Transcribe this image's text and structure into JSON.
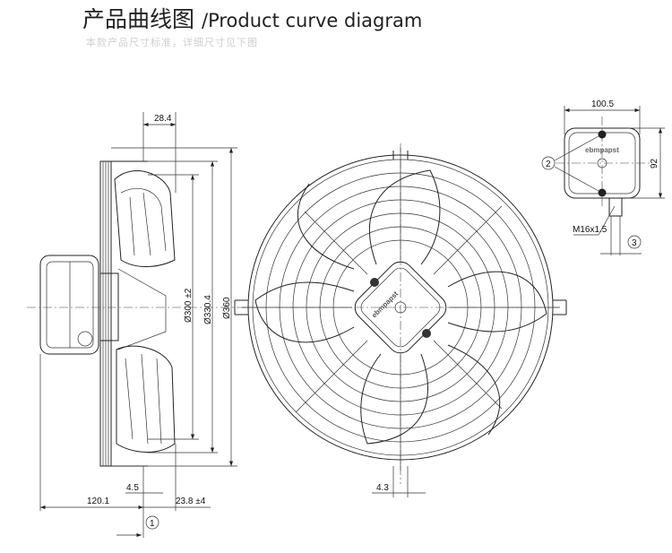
{
  "header": {
    "title_cn": "产品曲线图",
    "title_en": "/Product curve diagram",
    "subtitle": "本款产品尺寸标准，详细尺寸见下图"
  },
  "side_view": {
    "dim_top": "28.4",
    "dim_d300": "Ø300 ±2",
    "dim_d330": "Ø330.4",
    "dim_d360": "Ø360",
    "dim_bottom_left": "120.1",
    "dim_bottom_mid": "4.5",
    "dim_bottom_right": "23.8 ±4",
    "callout_1": "1"
  },
  "front_view": {
    "brand": "ebmpapst",
    "dim_bottom": "4.3"
  },
  "terminal_box": {
    "dim_width": "100.5",
    "dim_height": "92",
    "brand": "ebmpapst",
    "callout_2": "2",
    "callout_3": "3",
    "thread": "M16x1.5"
  }
}
